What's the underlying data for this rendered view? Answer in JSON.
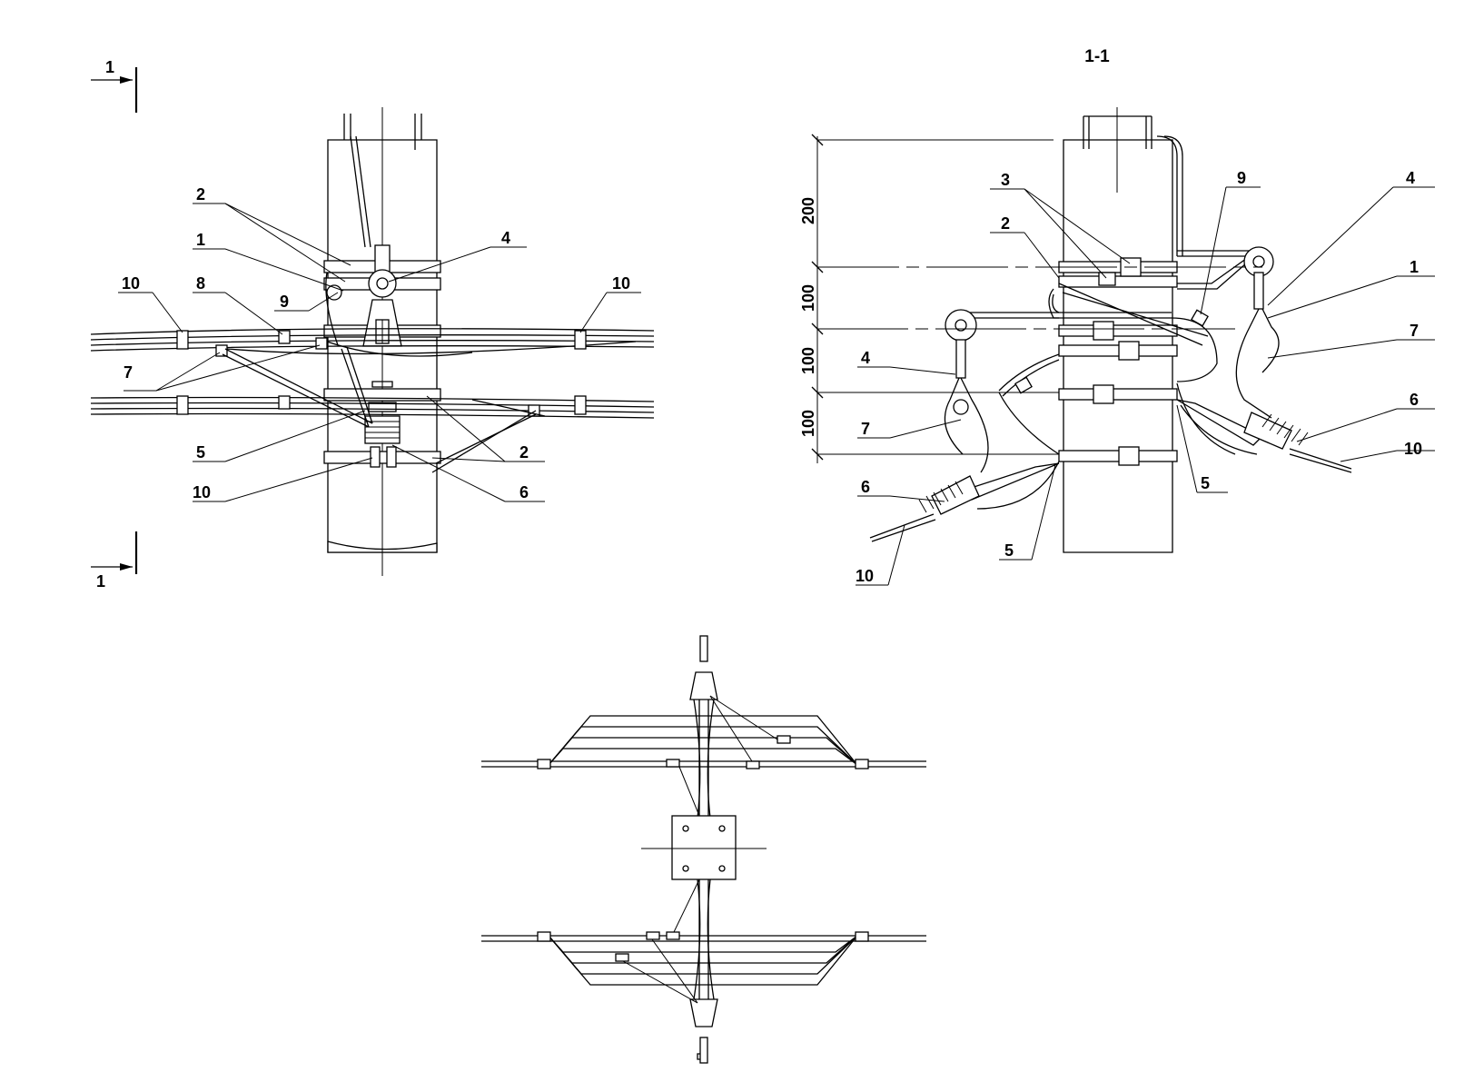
{
  "section": {
    "mark": "1",
    "title": "1-1"
  },
  "callouts_front": {
    "c2_top": "2",
    "c1": "1",
    "c9": "9",
    "c4": "4",
    "c10_left": "10",
    "c8": "8",
    "c10_right": "10",
    "c7": "7",
    "c5": "5",
    "c2_bottom": "2",
    "c10_bottom": "10",
    "c6": "6"
  },
  "callouts_side": {
    "c3": "3",
    "c2": "2",
    "c9": "9",
    "c4_right": "4",
    "c1": "1",
    "c7_right": "7",
    "c6_right": "6",
    "c10_right": "10",
    "c5_right": "5",
    "c4_left": "4",
    "c7_left": "7",
    "c6_left": "6",
    "c5_left": "5",
    "c10_left": "10"
  },
  "dimensions": {
    "d1": "200",
    "d2": "100",
    "d3": "100",
    "d4": "100"
  }
}
